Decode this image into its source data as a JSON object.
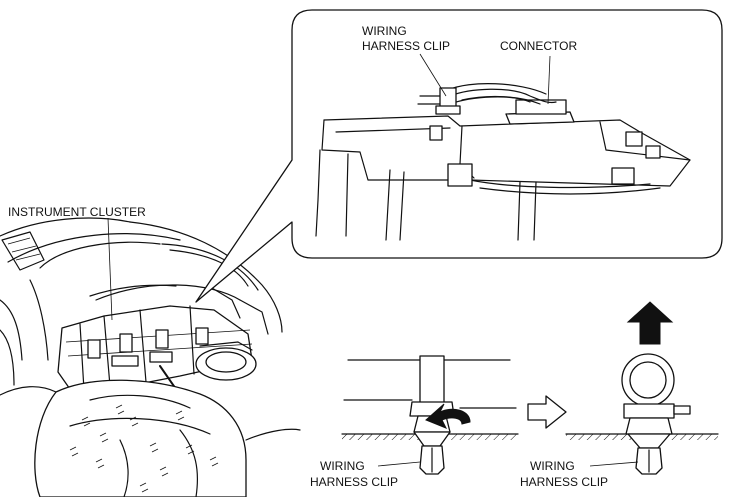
{
  "labels": {
    "instrument_cluster": "INSTRUMENT CLUSTER",
    "inset_clip_line1": "WIRING",
    "inset_clip_line2": "HARNESS CLIP",
    "inset_connector": "CONNECTOR",
    "left_clip_line1": "WIRING",
    "left_clip_line2": "HARNESS CLIP",
    "right_clip_line1": "WIRING",
    "right_clip_line2": "HARNESS CLIP"
  },
  "icons": {
    "rotate_arrow": "curved-rotate-arrow-icon",
    "step_arrow": "right-outline-arrow-icon",
    "pull_arrow": "up-arrow-icon"
  }
}
